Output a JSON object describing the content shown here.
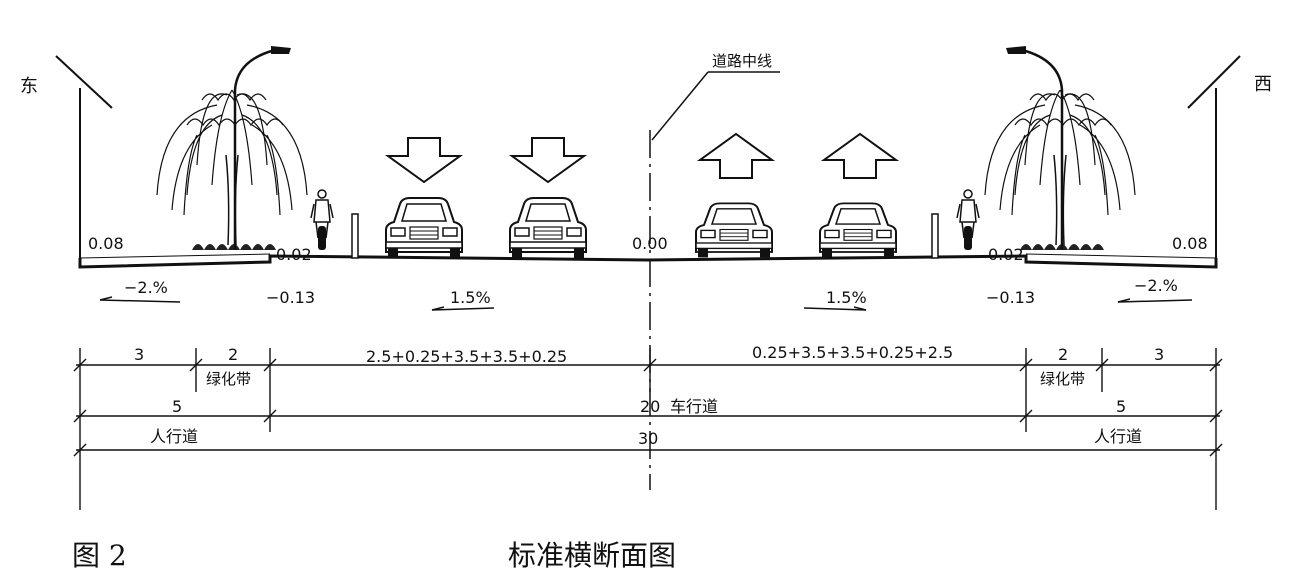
{
  "side_labels": {
    "east": "东",
    "west": "西"
  },
  "centerline_label": "道路中线",
  "elevations": {
    "left_outer": "0.08",
    "left_inner": "0.02",
    "center": "0.00",
    "right_inner": "0.02",
    "right_outer": "0.08",
    "left_low": "−0.13",
    "right_low": "−0.13"
  },
  "slopes": {
    "left_side": "−2.%",
    "left_lane": "1.5%",
    "right_lane": "1.5%",
    "right_side": "−2.%"
  },
  "dimensions": {
    "left_walk": "3",
    "left_green": "2",
    "left_green_label": "绿化带",
    "left_lanes": "2.5+0.25+3.5+3.5+0.25",
    "right_lanes": "0.25+3.5+3.5+0.25+2.5",
    "right_green": "2",
    "right_green_label": "绿化带",
    "right_walk": "3",
    "left_side_total": "5",
    "left_side_label": "人行道",
    "carriage_total": "20",
    "carriage_label": "车行道",
    "right_side_total": "5",
    "right_side_label": "人行道",
    "overall_total": "30"
  },
  "figure_caption": {
    "number": "图 2",
    "title": "标准横断面图"
  }
}
